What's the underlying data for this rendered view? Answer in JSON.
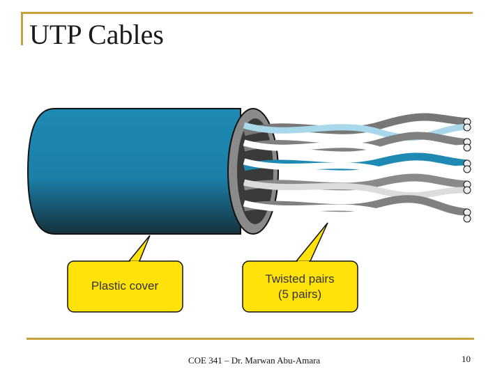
{
  "slide": {
    "title": "UTP Cables",
    "footer": "COE 341 – Dr. Marwan Abu-Amara",
    "page_number": "10"
  },
  "callouts": {
    "plastic_cover_label": "Plastic cover",
    "twisted_pairs_line1": "Twisted pairs",
    "twisted_pairs_line2": "(5 pairs)"
  },
  "colors": {
    "accent_line": "#C7A13E",
    "cable_blue": "#1E8AB4",
    "callout_fill": "#FFE20A"
  }
}
